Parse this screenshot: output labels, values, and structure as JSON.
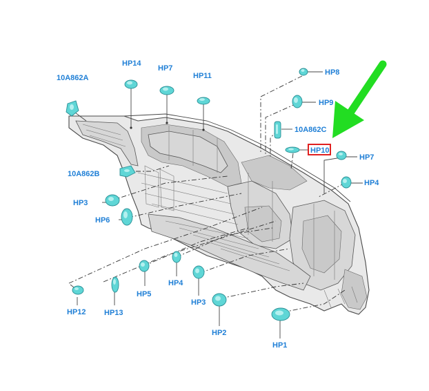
{
  "labels": {
    "hp1": "HP1",
    "hp2": "HP2",
    "hp3_left": "HP3",
    "hp3_bottom": "HP3",
    "hp4_right": "HP4",
    "hp4_bottom": "HP4",
    "hp5": "HP5",
    "hp6": "HP6",
    "hp7_top": "HP7",
    "hp7_right": "HP7",
    "hp8": "HP8",
    "hp9": "HP9",
    "hp10": "HP10",
    "hp11": "HP11",
    "hp12": "HP12",
    "hp13": "HP13",
    "hp14": "HP14",
    "a10862a": "10A862A",
    "a10862b": "10A862B",
    "a10862c": "10A862C"
  },
  "colors": {
    "label_text": "#1f7fd6",
    "plug_fill": "#5fd6d6",
    "highlight_box": "#e02020",
    "arrow": "#22dd22",
    "panel": "#e9e9e9"
  },
  "highlighted_label": "HP10",
  "arrow_icon": "green-arrow-pointing-down-left"
}
